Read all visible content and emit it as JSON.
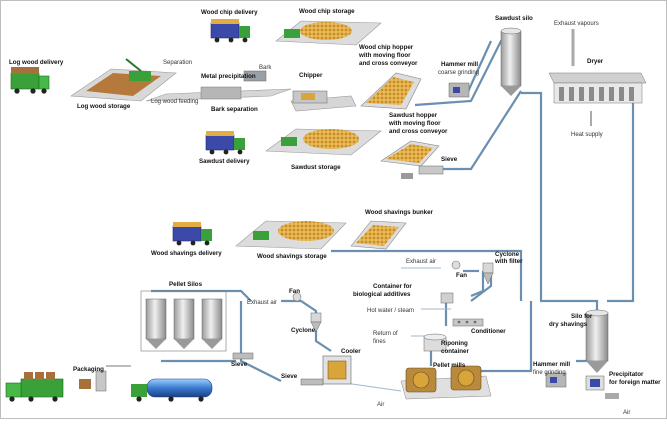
{
  "labels": {
    "log_wood_delivery": "Log wood delivery",
    "log_wood_storage": "Log wood storage",
    "separation": "Separation",
    "metal_precipitation": "Metal precipitation",
    "bark": "Bark",
    "log_wood_feeding": "Log wood feeding",
    "bark_separation": "Bark separation",
    "chipper": "Chipper",
    "wood_chip_delivery": "Wood chip delivery",
    "wood_chip_storage": "Wood chip storage",
    "wood_chip_hopper": "Wood chip hopper",
    "with_moving_floor": "with moving floor",
    "and_cross_conveyor": "and cross conveyor",
    "hammer_mill_coarse": "Hammer mill",
    "coarse_grinding": "coarse grinding",
    "sawdust_silo": "Sawdust silo",
    "exhaust_vapours": "Exhaust vapours",
    "dryer": "Dryer",
    "heat_supply": "Heat supply",
    "sawdust_hopper": "Sawdust hopper",
    "sawdust_delivery": "Sawdust delivery",
    "sawdust_storage": "Sawdust storage",
    "sieve_top": "Sieve",
    "wood_shavings_bunker": "Wood shavings bunker",
    "wood_shavings_delivery": "Wood shavings delivery",
    "wood_shavings_storage": "Wood shavings storage",
    "exhaust_air_mid": "Exhaust air",
    "fan_mid": "Fan",
    "cyclone_with": "Cyclone",
    "with_filter": "with filter",
    "container_for": "Container for",
    "biological_additives": "biological additives",
    "hot_water_steam": "Hot water / steam",
    "conditioner": "Conditioner",
    "return_of": "Return of",
    "fines": "fines",
    "riponing": "Riponing",
    "container": "container",
    "pellet_mills": "Pellet mills",
    "silo_for": "Silo for",
    "dry_shavings": "dry shavings",
    "hammer_mill_fine": "Hammer mill",
    "fine_grinding": "fine grinding",
    "precipitator": "Precipitator",
    "for_foreign_matter": "for foreign matter",
    "air_bottom_right": "Air",
    "pellet_silos": "Pellet Silos",
    "exhaust_air_left": "Exhaust air",
    "fan_left": "Fan",
    "cyclone_left": "Cyclone",
    "cooler": "Cooler",
    "sieve_left": "Sieve",
    "sieve_bottom": "Sieve",
    "packaging": "Packaging",
    "air_bottom_mid": "Air"
  },
  "colors": {
    "pipe": "#6a8fb0",
    "truck_green": "#3aa13a",
    "truck_blue": "#3b4aa8",
    "wood": "#d9a43a",
    "machine_gray": "#bfbfbf",
    "pellet_machine": "#b98a3c"
  }
}
